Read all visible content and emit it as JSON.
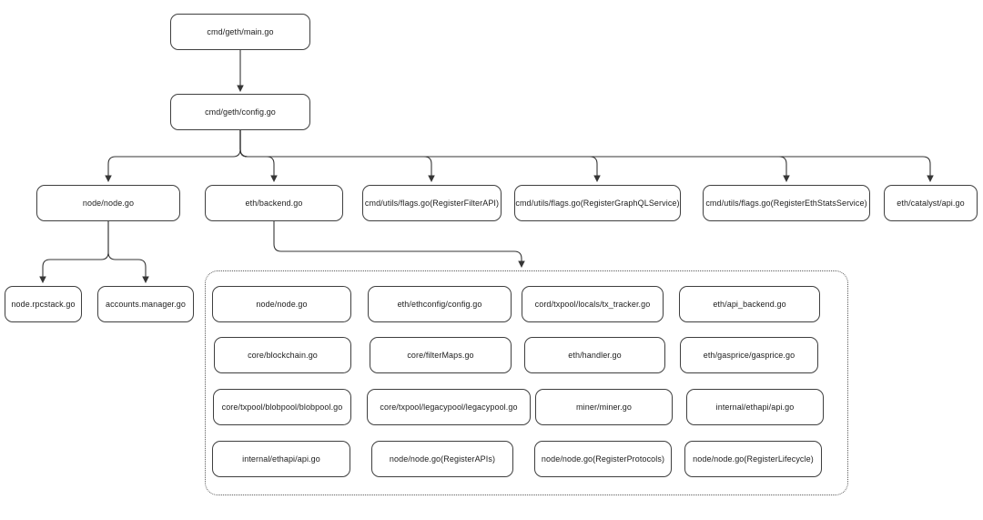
{
  "diagram": {
    "main": "cmd/geth/main.go",
    "config": "cmd/geth/config.go",
    "level3": [
      "node/node.go",
      "eth/backend.go",
      "cmd/utils/flags.go(RegisterFilterAPI)",
      "cmd/utils/flags.go(RegisterGraphQLService)",
      "cmd/utils/flags.go(RegisterEthStatsService)",
      "eth/catalyst/api.go"
    ],
    "node_children": [
      "node.rpcstack.go",
      "accounts.manager.go"
    ],
    "group_rows": [
      [
        "node/node.go",
        "eth/ethconfig/config.go",
        "cord/txpool/locals/tx_tracker.go",
        "eth/api_backend.go"
      ],
      [
        "core/blockchain.go",
        "core/filterMaps.go",
        "eth/handler.go",
        "eth/gasprice/gasprice.go"
      ],
      [
        "core/txpool/blobpool/blobpool.go",
        "core/txpool/legacypool/legacypool.go",
        "miner/miner.go",
        "internal/ethapi/api.go"
      ],
      [
        "internal/ethapi/api.go",
        "node/node.go(RegisterAPIs)",
        "node/node.go(RegisterProtocols)",
        "node/node.go(RegisterLifecycle)"
      ]
    ],
    "colors": {
      "node_bg": "#ffffff",
      "node_border": "#3f3f3f",
      "text": "#1c1c1c",
      "connector": "#363636",
      "group_border": "#5a5a5a",
      "canvas_bg": "#ffffff"
    }
  }
}
